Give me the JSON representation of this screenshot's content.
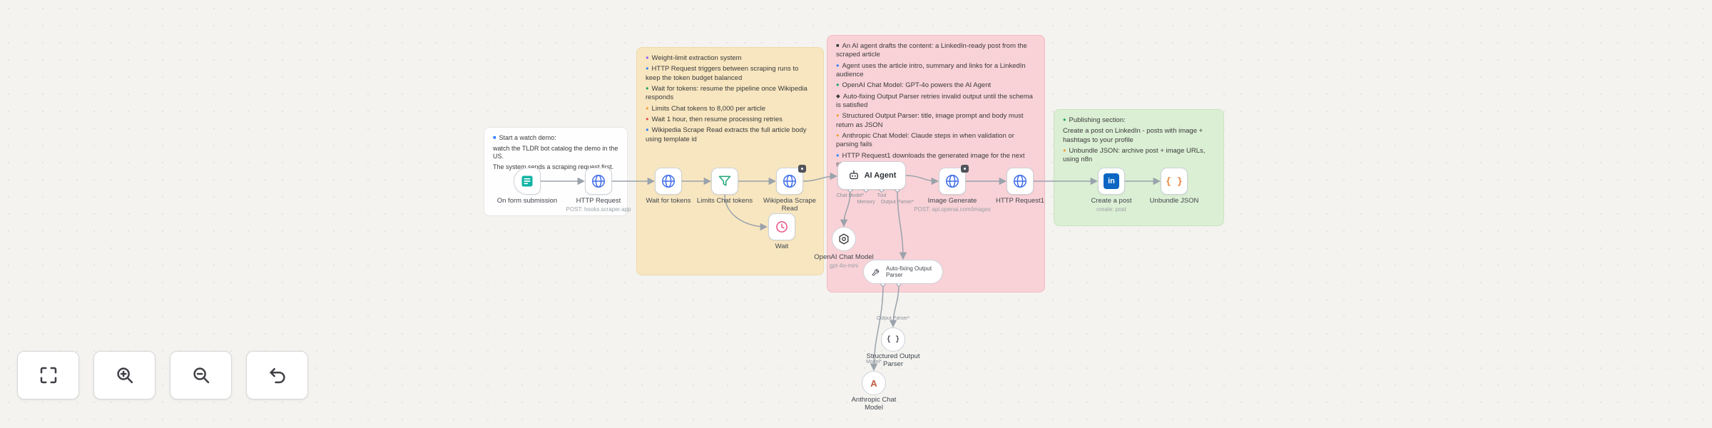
{
  "app": {
    "type": "workflow-canvas"
  },
  "colors": {
    "canvas": "#f4f3f0",
    "note_white": "#fefefe",
    "note_orange": "#f7e6c0",
    "note_pink": "#f8d2d7",
    "note_green": "#dbefd4",
    "wire": "#9aa2ab",
    "linkedin_blue": "#0a66c2",
    "http_blue": "#3e6be8",
    "form_teal": "#10b3a3",
    "wait_pink": "#e94f82",
    "limit_green": "#21a67a",
    "json_orange": "#e8833a"
  },
  "controls": {
    "buttons": [
      {
        "icon": "fit-view-icon"
      },
      {
        "icon": "zoom-in-icon"
      },
      {
        "icon": "zoom-out-icon"
      },
      {
        "icon": "undo-icon"
      }
    ]
  },
  "notes": {
    "white": {
      "lines": [
        {
          "icon": "■",
          "text": "Start a watch demo:"
        },
        {
          "text": "watch the TLDR bot catalog the demo in the US."
        },
        {
          "text": "The system sends a scraping request first."
        }
      ]
    },
    "orange": {
      "lines": [
        {
          "icon": "●",
          "text": "Weight-limit extraction system"
        },
        {
          "icon": "●",
          "text": "HTTP Request triggers between scraping runs to keep the token budget balanced"
        },
        {
          "icon": "●",
          "text": "Wait for tokens: resume the pipeline once Wikipedia responds"
        },
        {
          "icon": "●",
          "text": "Limits Chat tokens to 8,000 per article"
        },
        {
          "icon": "●",
          "text": "Wait 1 hour, then resume processing retries"
        },
        {
          "icon": "●",
          "text": "Wikipedia Scrape Read extracts the full article body using template id"
        }
      ]
    },
    "pink": {
      "lines": [
        {
          "icon": "■",
          "text": "An AI agent drafts the content: a LinkedIn-ready post from the scraped article"
        },
        {
          "icon": "●",
          "text": "Agent uses the article intro, summary and links for a LinkedIn audience"
        },
        {
          "icon": "●",
          "text": "OpenAI Chat Model: GPT-4o powers the AI Agent"
        },
        {
          "icon": "◆",
          "text": "Auto-fixing Output Parser retries invalid output until the schema is satisfied"
        },
        {
          "icon": "●",
          "text": "Structured Output Parser: title, image prompt and body must return as JSON"
        },
        {
          "icon": "●",
          "text": "Anthropic Chat Model: Claude steps in when validation or parsing fails"
        },
        {
          "icon": "●",
          "text": "HTTP Request1 downloads the generated image for the next step"
        }
      ]
    },
    "green": {
      "lines": [
        {
          "icon": "●",
          "text": "Publishing section:"
        },
        {
          "text": "Create a post on LinkedIn - posts with image + hashtags to your profile"
        },
        {
          "icon": "●",
          "text": "Unbundle JSON: archive post + image URLs, using n8n"
        }
      ]
    }
  },
  "nodes": {
    "form": {
      "label": "On form submission"
    },
    "http_request": {
      "label": "HTTP Request",
      "sublabel": "POST: hooks.scraper.app"
    },
    "wait_for_tokens": {
      "label": "Wait for tokens"
    },
    "limit_tokens": {
      "label": "Limits Chat tokens"
    },
    "wikipedia": {
      "label": "Wikipedia Scrape Read"
    },
    "wait": {
      "label": "Wait"
    },
    "ai_agent": {
      "label": "AI Agent"
    },
    "image_generate": {
      "label": "Image Generate",
      "sublabel": "POST: api.openai.com/images"
    },
    "http_request1": {
      "label": "HTTP Request1"
    },
    "create_post": {
      "label": "Create a post",
      "sublabel": "create: post"
    },
    "unbundle_json": {
      "label": "Unbundle JSON"
    },
    "openai_model": {
      "label": "OpenAI Chat Model",
      "sublabel": "gpt-4o-mini"
    },
    "autofix_parser": {
      "label": "Auto-fixing Output Parser"
    },
    "structured_parser": {
      "label": "Structured Output Parser"
    },
    "anthropic_model": {
      "label": "Anthropic Chat Model"
    }
  },
  "ports": {
    "chat_model": "Chat Model*",
    "memory": "Memory",
    "tool": "Tool",
    "output_parser": "Output Parser*",
    "model": "Model*",
    "output_parser2": "Output Parser*"
  },
  "icons": {
    "form": "form-trigger-icon",
    "http": "globe-icon",
    "limit": "funnel-icon",
    "wait": "clock-icon",
    "agent": "robot-icon",
    "linkedin": "linkedin-icon",
    "json": "braces-icon",
    "openai": "openai-icon",
    "anthropic": "anthropic-icon",
    "autofix": "wrench-icon",
    "structured": "braces-icon"
  }
}
